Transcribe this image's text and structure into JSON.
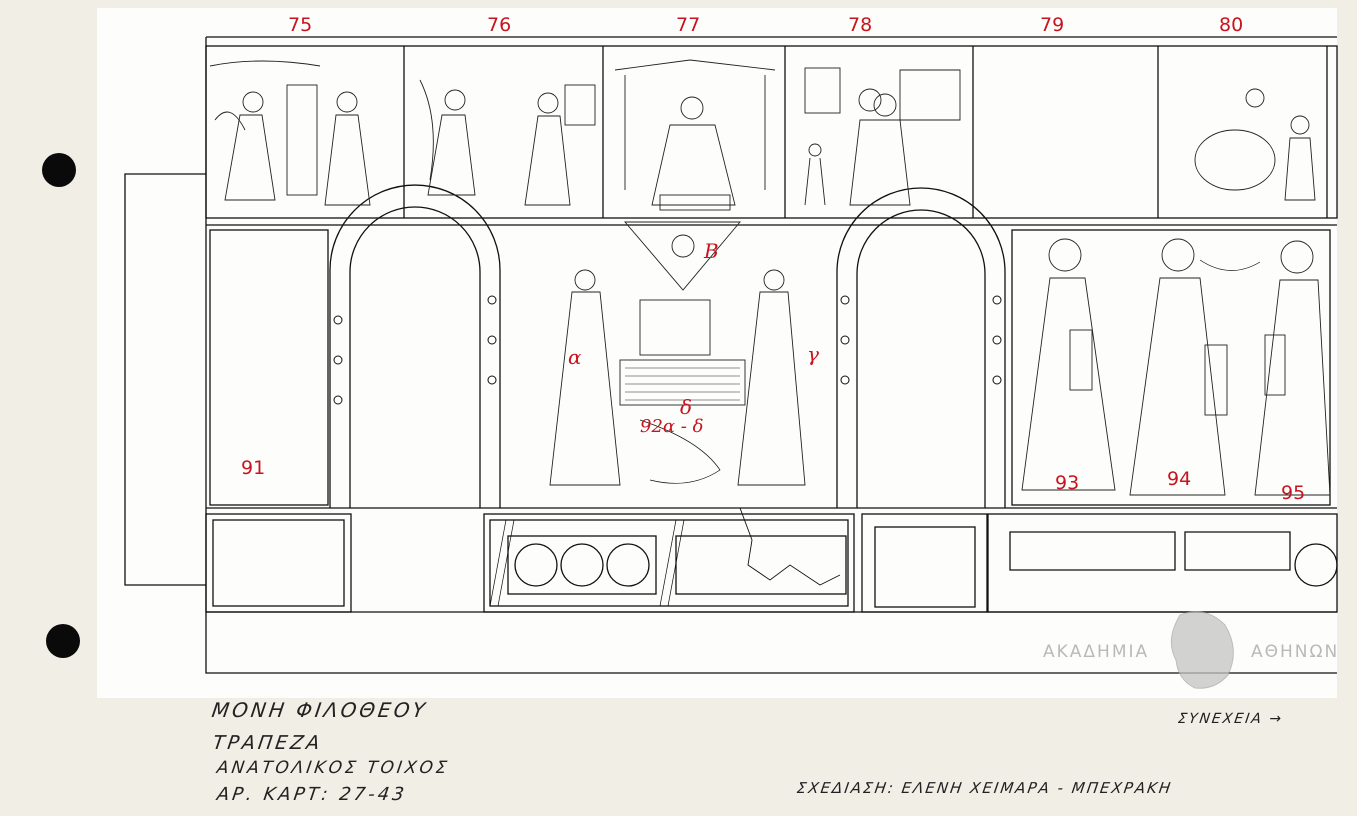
{
  "panel_numbers": {
    "n75": "75",
    "n76": "76",
    "n77": "77",
    "n78": "78",
    "n79": "79",
    "n80": "80",
    "n91": "91",
    "n93": "93",
    "n94": "94",
    "n95": "95"
  },
  "scene_labels": {
    "a": "α",
    "b": "Β",
    "g": "γ",
    "d": "δ",
    "ref": "92α - δ"
  },
  "caption": {
    "monastery": "ΜΟΝΗ ΦΙΛΟΘΕΟΥ",
    "room": "ΤΡΑΠΕΖΑ",
    "wall": "ΑΝΑΤΟΛΙΚΟΣ ΤΟΙΧΟΣ",
    "card": "ΑΡ. ΚΑΡΤ: 27-43",
    "continued": "ΣΥΝΕΧΕΙΑ →",
    "drawing_by": "ΣΧΕΔΙΑΣΗ: ΕΛΕΝΗ ΧΕΙΜΑΡΑ - ΜΠΕΧΡΑΚΗ"
  },
  "watermark": {
    "left": "ΑΚΑΔΗΜΙΑ",
    "right": "ΑΘΗΝΩΝ",
    "logo": "athena-head-logo"
  },
  "colors": {
    "annotation_red": "#c8141e",
    "ink": "#111111",
    "paper": "#f1eee6",
    "watermark": "#b9b9b9"
  }
}
